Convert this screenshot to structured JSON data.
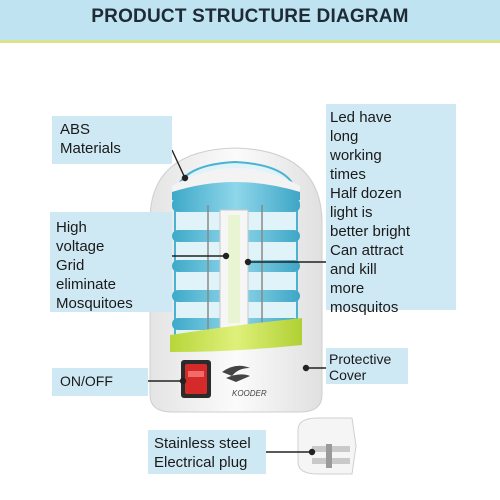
{
  "title": "PRODUCT STRUCTURE DIAGRAM",
  "callouts": {
    "abs": [
      "ABS",
      "Materials"
    ],
    "grid": [
      "High",
      "voltage",
      "Grid",
      "eliminate",
      "Mosquitoes"
    ],
    "onoff": [
      "ON/OFF"
    ],
    "led": [
      "Led have",
      "long",
      "working",
      "times",
      "Half dozen",
      "light is",
      "better bright",
      "Can attract",
      "and kill",
      "more",
      "mosquitos"
    ],
    "cover": [
      "Protective",
      "Cover"
    ],
    "plug": [
      "Stainless steel",
      "Electrical plug"
    ]
  },
  "brand": "KOODER",
  "colors": {
    "title_bar": "#bfe3f1",
    "label_bg": "#cfe9f4",
    "shell_blue": "#5bbfd6",
    "green_band": "#c9e34a",
    "switch_red": "#d42a2a",
    "body_white": "#f2f2f2"
  }
}
